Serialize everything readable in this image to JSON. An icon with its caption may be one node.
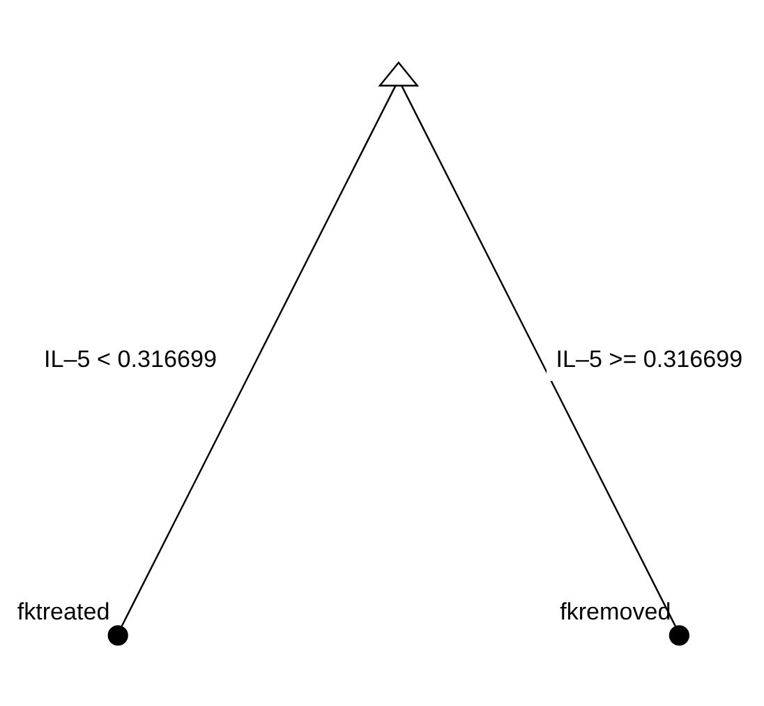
{
  "diagram": {
    "nodes": [
      {
        "text": [],
        "shape": "triangle"
      },
      {
        "text": [],
        "shape": "circle",
        "beside": [
          "fktreated"
        ]
      },
      {
        "text": [],
        "shape": "circle",
        "beside": [
          "fkremoved"
        ]
      }
    ],
    "edges": [
      {
        "from": 0,
        "to": 1,
        "arrow": "none",
        "label": "IL–5 < 0.316699"
      },
      {
        "from": 0,
        "to": 2,
        "arrow": "none",
        "label": "IL–5 >= 0.316699"
      }
    ]
  }
}
